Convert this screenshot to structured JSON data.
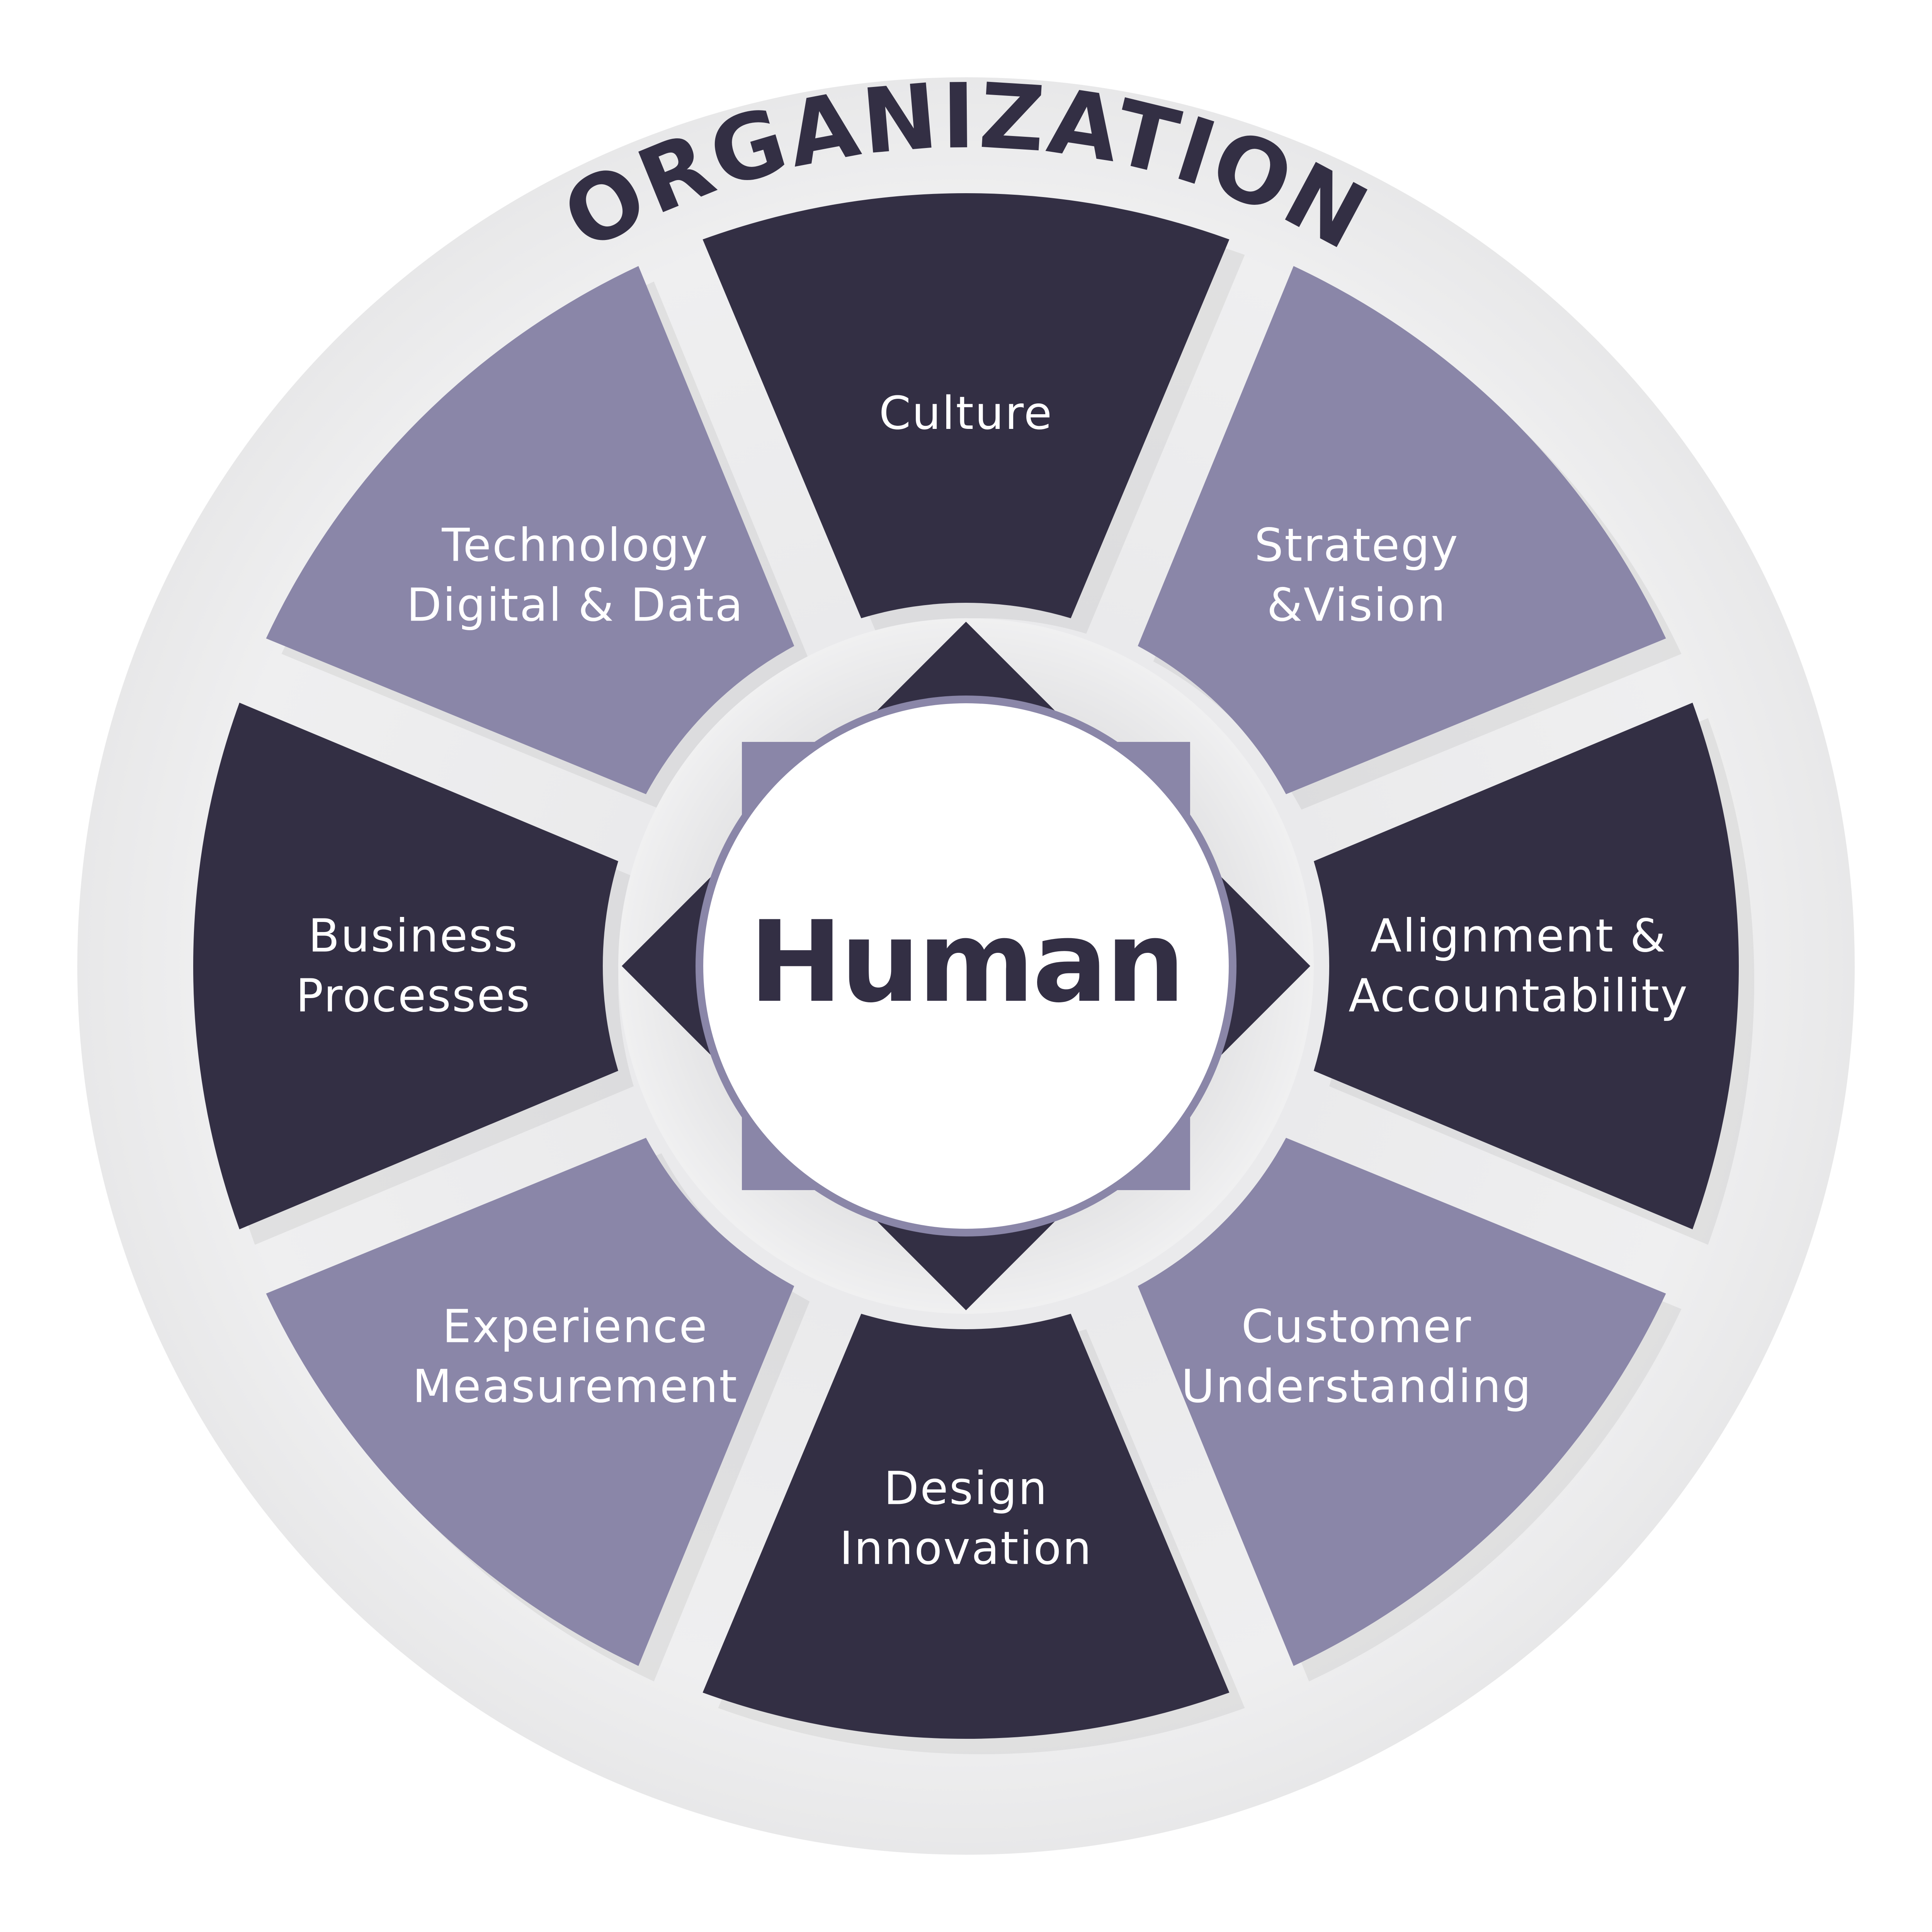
{
  "title": "ORGANIZATION",
  "center": "Human",
  "segments": [
    {
      "label_lines": [
        "Culture"
      ],
      "tone": "dark"
    },
    {
      "label_lines": [
        "Strategy",
        "&Vision"
      ],
      "tone": "light"
    },
    {
      "label_lines": [
        "Alignment &",
        "Accountability"
      ],
      "tone": "dark"
    },
    {
      "label_lines": [
        "Customer",
        "Understanding"
      ],
      "tone": "light"
    },
    {
      "label_lines": [
        "Design",
        "Innovation"
      ],
      "tone": "dark"
    },
    {
      "label_lines": [
        "Experience",
        "Measurement"
      ],
      "tone": "light"
    },
    {
      "label_lines": [
        "Business",
        "Processes"
      ],
      "tone": "dark"
    },
    {
      "label_lines": [
        "Technology",
        "Digital & Data"
      ],
      "tone": "light"
    }
  ],
  "colors": {
    "dark_segment": "#332f44",
    "light_segment": "#8a86a8",
    "outer_ring": "#ededee",
    "title_text": "#332f44",
    "center_text": "#332f44",
    "center_circle": "#ffffff",
    "segment_text": "#ffffff"
  }
}
